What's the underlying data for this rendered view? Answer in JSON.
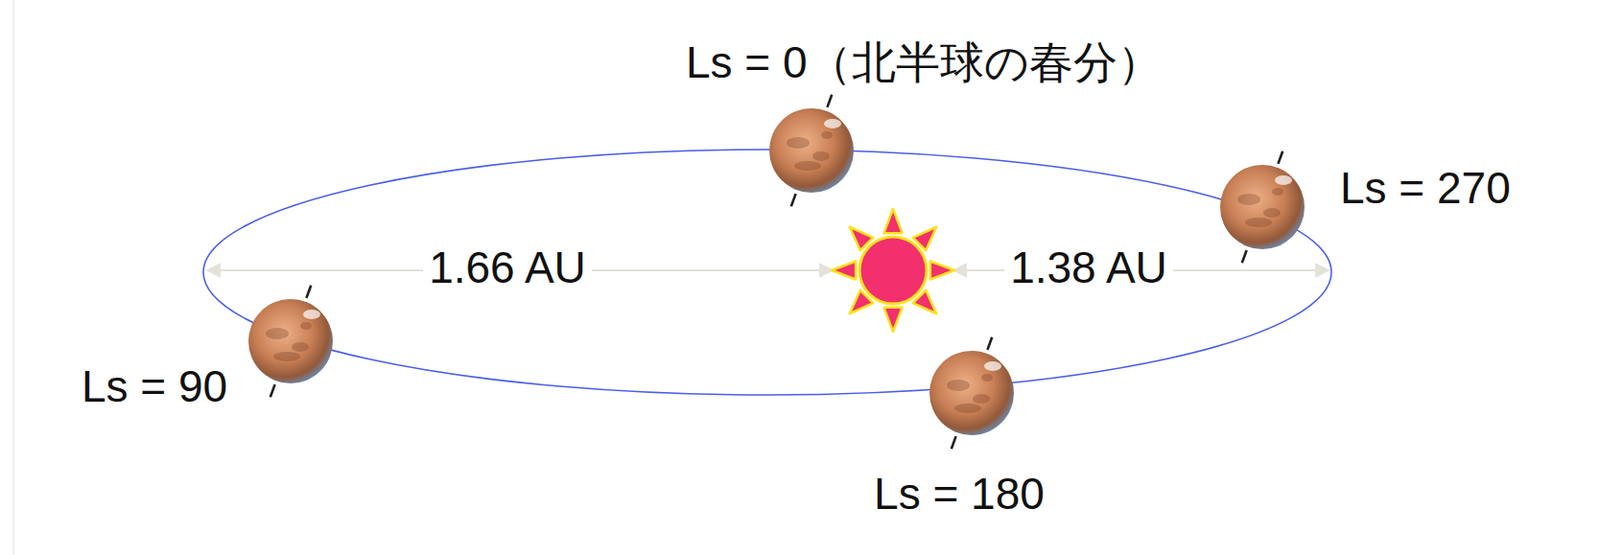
{
  "diagram": {
    "labels": [
      "Ls = 0（北半球の春分）",
      "Ls = 270",
      "1.66 AU",
      "1.38 AU",
      "Ls = 90",
      "Ls = 180"
    ]
  }
}
